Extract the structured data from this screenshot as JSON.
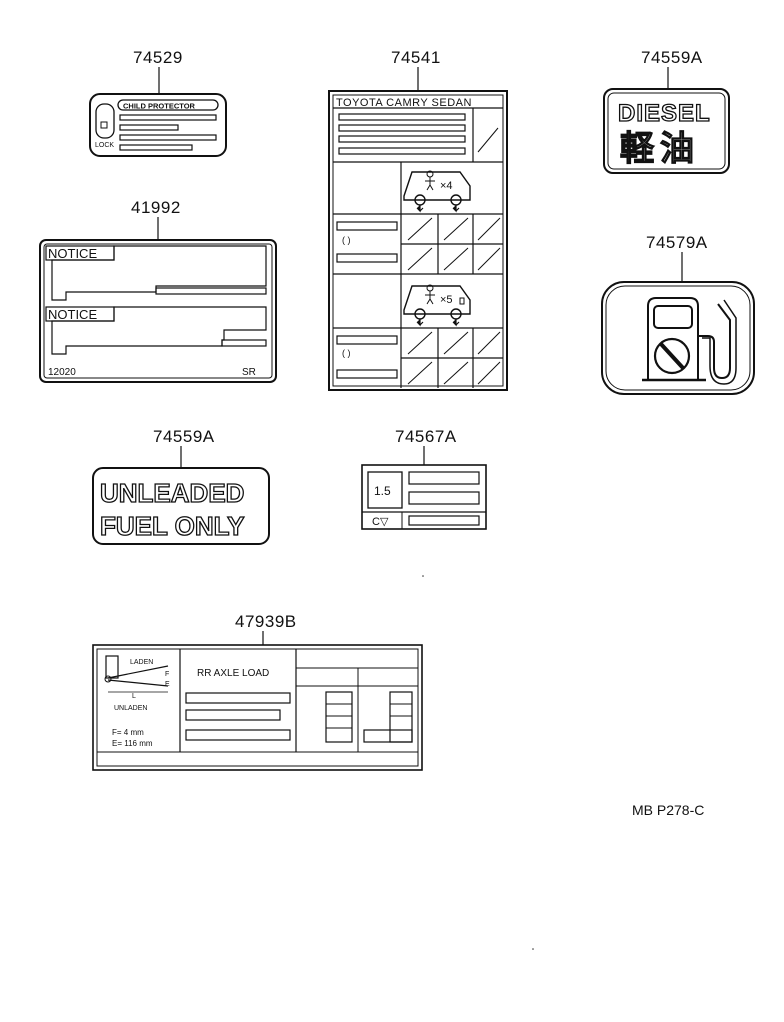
{
  "parts": {
    "p74529": "74529",
    "p74541": "74541",
    "p74559a_top": "74559A",
    "p41992": "41992",
    "p74579a": "74579A",
    "p74559a_mid": "74559A",
    "p74567a": "74567A",
    "p47939b": "47939B"
  },
  "labels": {
    "child_protector": "CHILD PROTECTOR",
    "lock": "LOCK",
    "toyota_camry": "TOYOTA CAMRY SEDAN",
    "x4": "×4",
    "x5": "×5",
    "paren": "( )",
    "diesel": "DIESEL",
    "diesel_jp": "軽油",
    "notice1": "NOTICE",
    "notice2": "NOTICE",
    "code_12020": "12020",
    "code_sr": "SR",
    "unleaded_line1": "UNLEADED",
    "unleaded_line2": "FUEL ONLY",
    "val_15": "1.5",
    "cv": "C▽",
    "laden": "LADEN",
    "unladen": "UNLADEN",
    "rr_axle_load": "RR AXLE LOAD",
    "f_eq": "F= 4 mm",
    "e_eq": "E= 116 mm",
    "dim_l": "L",
    "dim_f": "F",
    "dim_e": "E"
  },
  "footer": {
    "ref": "MB P278-C"
  }
}
